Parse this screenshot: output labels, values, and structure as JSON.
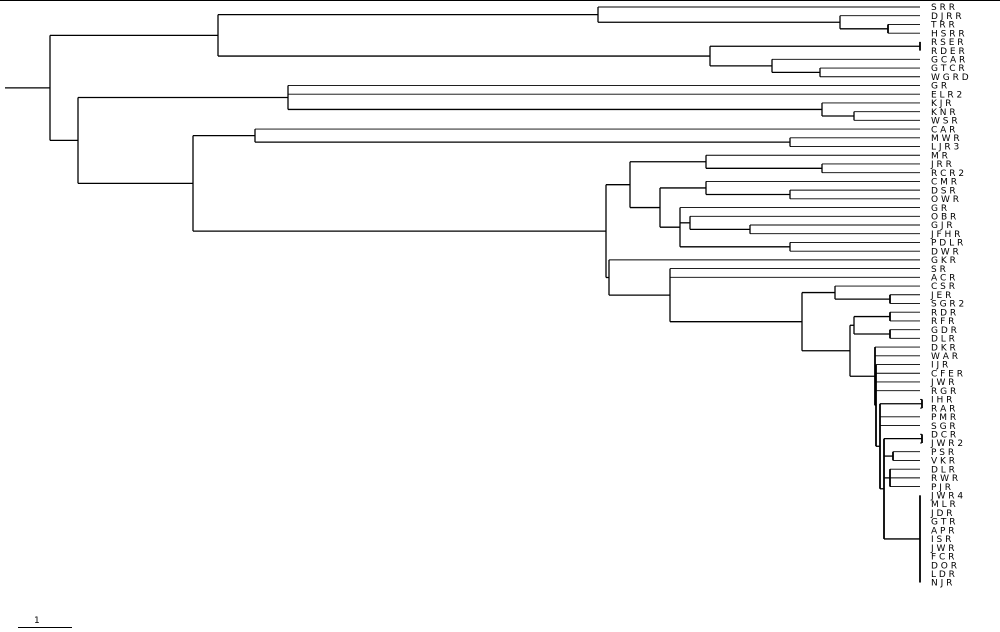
{
  "tree": {
    "scale_bar_label": "1",
    "line_color": "#000000",
    "leaves": [
      "S  R  R",
      "D  J  R  R",
      "T  R  R",
      "H  S  R  R",
      "R  S  E  R",
      "R  D  E  R",
      "G  C  A  R",
      "G  T  C  R",
      "W  G  R  D",
      "G  R",
      "E  L  R  2",
      "K  J  R",
      "K  N  R",
      "W  S  R",
      "C  A  R",
      "M  W  R",
      "L  J  R  3",
      "M  R",
      "J  R  R",
      "R  C  R  2",
      "C  M  R",
      "D  S  R",
      "O  W  R",
      "G  R",
      "O  B  R",
      "G  J  R",
      "J  F  H  R",
      "P  D  L  R",
      "D  W  R",
      "G  K  R",
      "S  R",
      "A  C  R",
      "C  S  R",
      "J  E  R",
      "S  G  R  2",
      "R  D  R",
      "R  F  R",
      "G  D  R",
      "D  L  R",
      "D  K  R",
      "W  A  R",
      "I  J  R",
      "C  F  E  R",
      "J  W  R",
      "R  G  R",
      "I  H  R",
      "R  A  R",
      "P  M  R",
      "S  G  R",
      "D  C  R",
      "J  W  R  2",
      "P  S  R",
      "V  K  R",
      "D  L  R",
      "R  W  R",
      "P  J  R",
      "J  W  R  4",
      "M  L  R",
      "J  D  R",
      "G  T  R",
      "A  P  R",
      "I  S  R",
      "J  W  R",
      "F  C  R",
      "D  O  R",
      "L  D  R",
      "N  J  R"
    ]
  }
}
